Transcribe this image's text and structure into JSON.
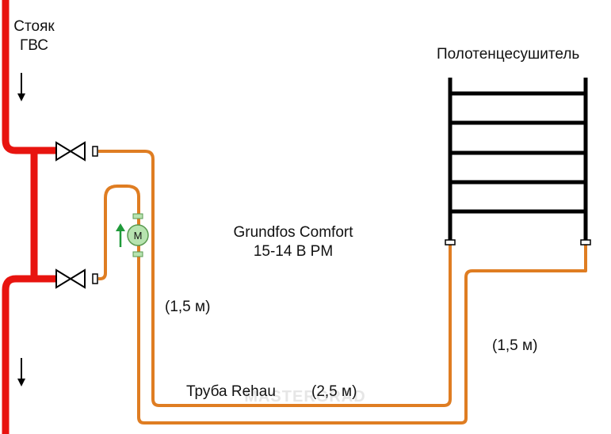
{
  "colors": {
    "riser": "#e8140f",
    "pipe": "#df7d22",
    "valve_fill": "#ffffff",
    "stroke": "#000000",
    "pump_fill": "#b7e3b0",
    "pump_border": "#5a9a50",
    "flow_arrow": "#1f9a3a",
    "rail": "#000000"
  },
  "labels": {
    "riser_line1": "Стояк",
    "riser_line2": "ГВС",
    "towel_rail": "Полотенцесушитель",
    "pump_line1": "Grundfos Comfort",
    "pump_line2": "15-14 B PM",
    "pump_symbol": "M",
    "segment_supply": "(1,5 м)",
    "segment_bottom": "(2,5 м)",
    "segment_return": "(1,5 м)",
    "pipe_material": "Труба Rehau",
    "watermark": "MASTERGRAD"
  },
  "icons": {
    "valve": "ball-valve-icon",
    "pump": "circulation-pump-icon",
    "flow": "flow-direction-arrow-icon"
  }
}
